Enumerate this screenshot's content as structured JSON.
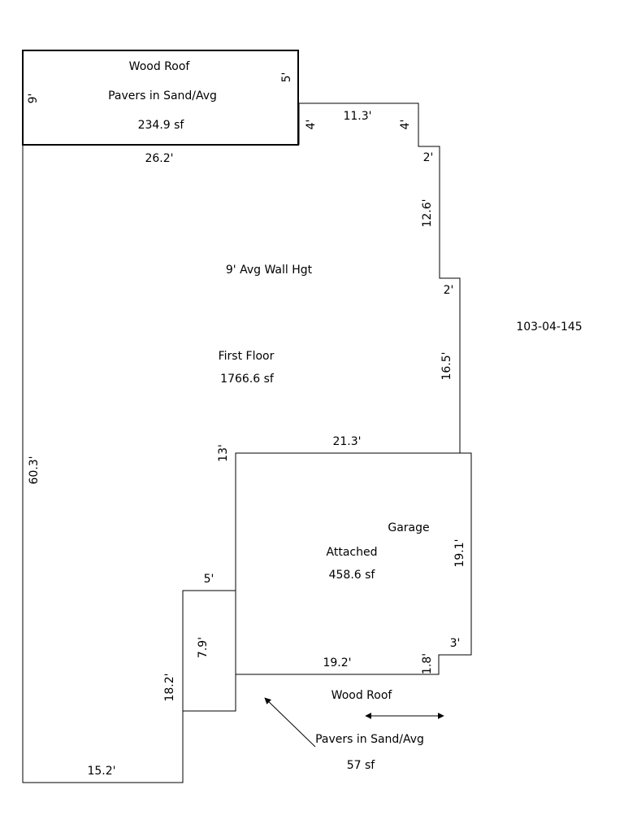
{
  "colors": {
    "background": "#ffffff",
    "line": "#000000",
    "text": "#000000"
  },
  "parcel_id": "103-04-145",
  "porch": {
    "line1": "Wood Roof",
    "line2": "Pavers in Sand/Avg",
    "area": "234.9 sf"
  },
  "first_floor": {
    "wall_height": "9' Avg Wall Hgt",
    "name": "First Floor",
    "area": "1766.6 sf"
  },
  "garage": {
    "line1": "Garage",
    "line2": "Attached",
    "area": "458.6 sf"
  },
  "patio": {
    "line1": "Wood Roof",
    "line2": "Pavers in Sand/Avg",
    "area": "57 sf"
  },
  "dims": {
    "porch_left": "9'",
    "porch_right": "5'",
    "porch_bottom": "26.2'",
    "step_down_left": "4'",
    "top_run": "11.3'",
    "step_down_right": "4'",
    "jog_1": "2'",
    "side_1": "12.6'",
    "jog_2": "2'",
    "side_2": "16.5'",
    "left_side": "60.3'",
    "garage_top": "21.3'",
    "garage_left": "13'",
    "garage_right": "19.1'",
    "garage_jog": "3'",
    "garage_bottom": "19.2'",
    "garage_notch": "1.8'",
    "patio_top": "5'",
    "patio_side": "7.9'",
    "lower_left": "18.2'",
    "bottom_run": "15.2'"
  }
}
